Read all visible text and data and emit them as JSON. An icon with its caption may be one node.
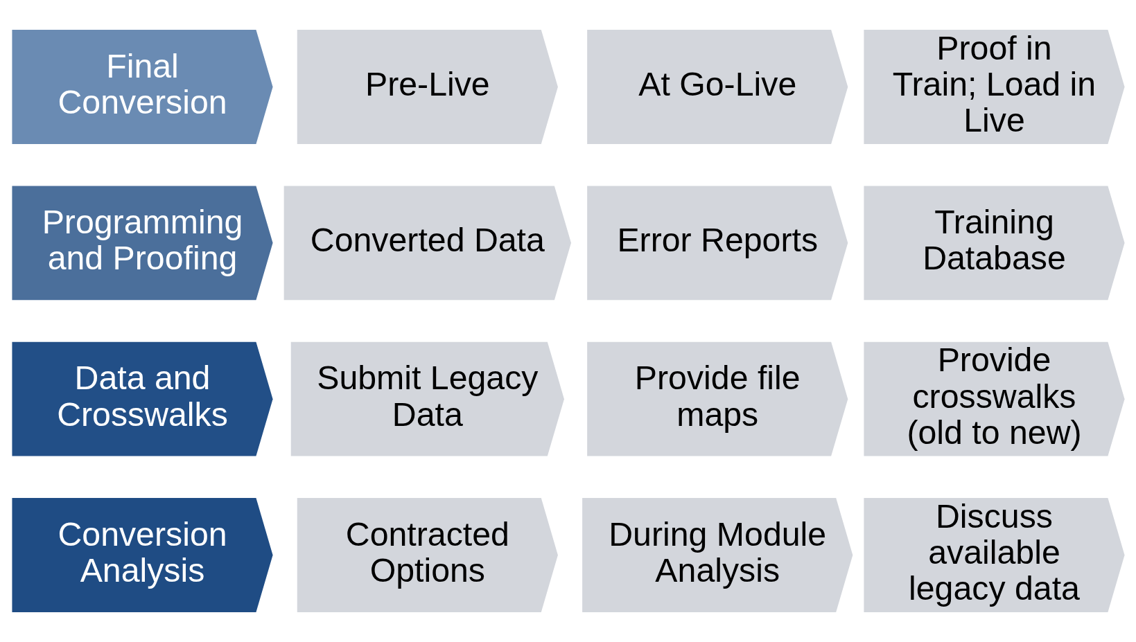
{
  "diagram": {
    "nodes": [
      {
        "text": [
          "Conversion Analysis"
        ]
      },
      {
        "text": [
          "Contracted Options"
        ]
      },
      {
        "text": [
          "During Module Analysis"
        ]
      },
      {
        "text": [
          "Discuss available legacy data"
        ]
      },
      {
        "text": [
          "Data and Crosswalks"
        ]
      },
      {
        "text": [
          "Submit Legacy Data"
        ]
      },
      {
        "text": [
          "Provide file maps"
        ]
      },
      {
        "text": [
          "Provide crosswalks (old to new)"
        ]
      },
      {
        "text": [
          "Programming and Proofing"
        ]
      },
      {
        "text": [
          "Converted Data"
        ]
      },
      {
        "text": [
          "Error Reports"
        ]
      },
      {
        "text": [
          "Training Database"
        ]
      },
      {
        "text": [
          "Final Conversion"
        ]
      },
      {
        "text": [
          "Pre-Live"
        ]
      },
      {
        "text": [
          "At Go-Live"
        ]
      },
      {
        "text": [
          "Proof in Train; Load in Live"
        ]
      }
    ]
  }
}
